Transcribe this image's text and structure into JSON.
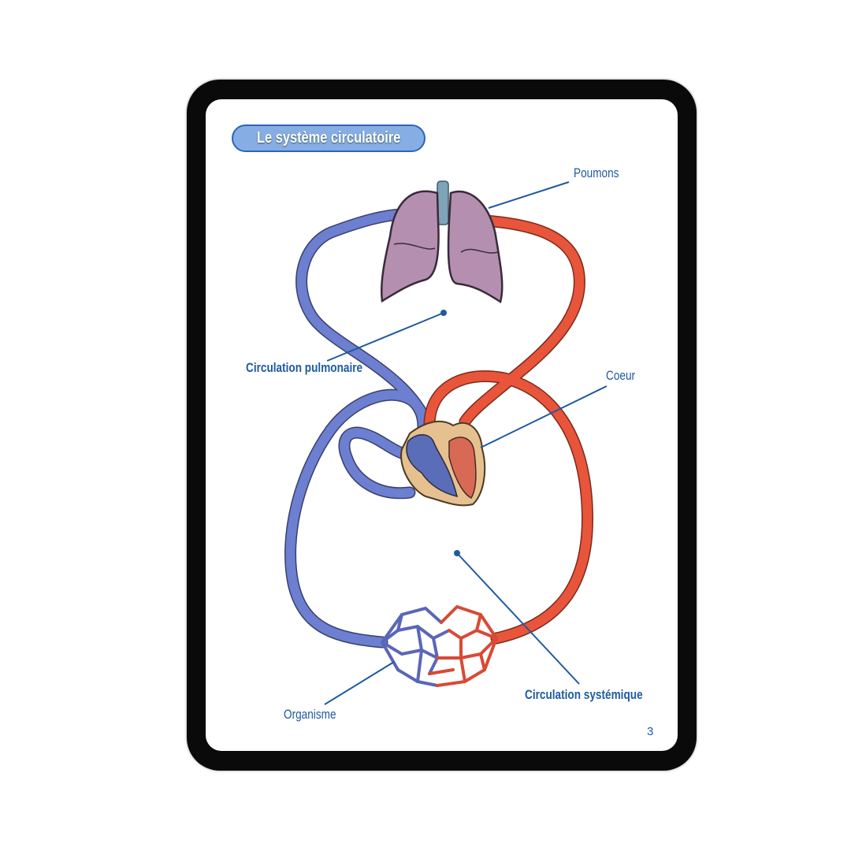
{
  "title": "Le système circulatoire",
  "labels": {
    "lungs": "Poumons",
    "pulmonary": "Circulation pulmonaire",
    "heart": "Coeur",
    "systemic": "Circulation systémique",
    "organism": "Organisme"
  },
  "page_number": "3",
  "colors": {
    "blue_vessel": "#6c7fd0",
    "red_vessel": "#e8553a",
    "label": "#1f5aa0",
    "lungs": "#b48fb0"
  }
}
